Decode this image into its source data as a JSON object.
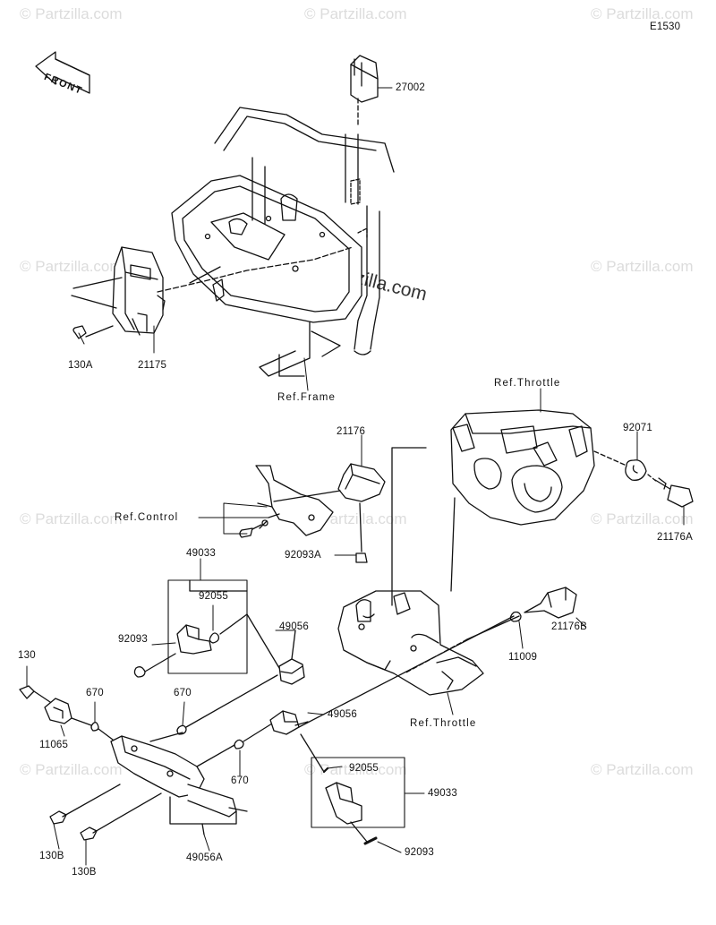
{
  "diagram_code": "E1530",
  "watermark": {
    "small_text": "© Partzilla.com",
    "center_text": "© Partzilla.com"
  },
  "front_label": "FRONT",
  "labels": {
    "p27002": "27002",
    "p130A": "130A",
    "p21175": "21175",
    "ref_frame": "Ref.Frame",
    "ref_throttle_top": "Ref.Throttle",
    "p21176": "21176",
    "p92071": "92071",
    "ref_control": "Ref.Control",
    "p21176A": "21176A",
    "p92093A": "92093A",
    "p49033_top": "49033",
    "p92055_top": "92055",
    "p49056_top": "49056",
    "p92093_left": "92093",
    "p21176B": "21176B",
    "p130": "130",
    "p670_a": "670",
    "p670_b": "670",
    "p11009": "11009",
    "p11065": "11065",
    "ref_throttle_bottom": "Ref.Throttle",
    "p49056_mid": "49056",
    "p670_c": "670",
    "p92055_bottom": "92055",
    "p49033_bottom": "49033",
    "p130B_a": "130B",
    "p130B_b": "130B",
    "p49056A": "49056A",
    "p92093_bottom": "92093"
  }
}
